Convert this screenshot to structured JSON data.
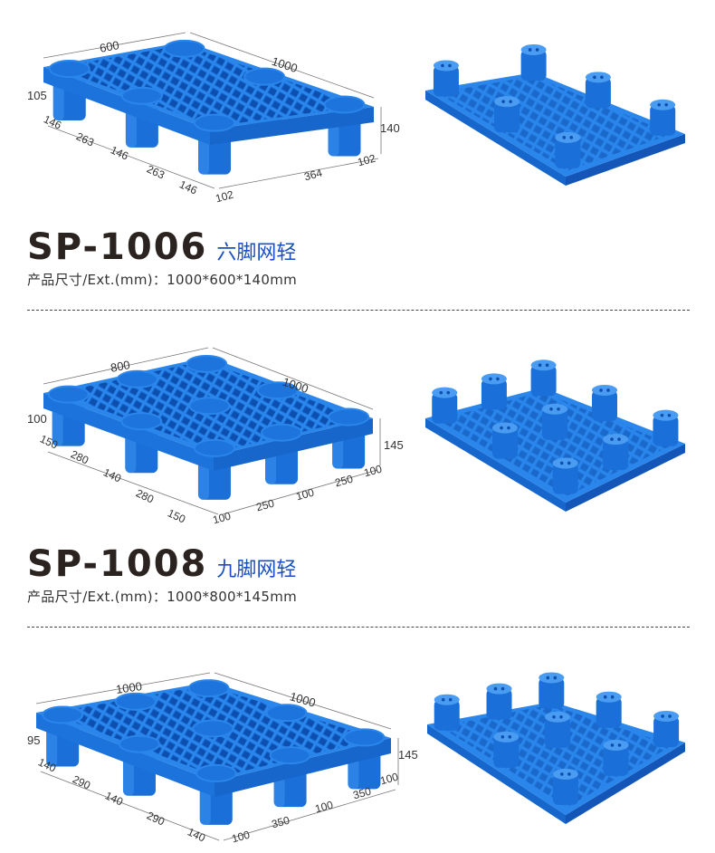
{
  "colors": {
    "pallet": "#2a86ea",
    "pallet_dark": "#1463cc",
    "title": "#2b2320",
    "subtitle": "#1a4fc4"
  },
  "products": [
    {
      "code": "SP-1006",
      "subtitle": "六脚网轻",
      "size_text": "产品尺寸/Ext.(mm)：1000*600*140mm",
      "legs": 6,
      "dimensions": [
        "600",
        "1000",
        "105",
        "140",
        "146",
        "263",
        "146",
        "263",
        "146",
        "102",
        "364",
        "102"
      ]
    },
    {
      "code": "SP-1008",
      "subtitle": "九脚网轻",
      "size_text": "产品尺寸/Ext.(mm)：1000*800*145mm",
      "legs": 9,
      "dimensions": [
        "800",
        "1000",
        "100",
        "145",
        "150",
        "280",
        "140",
        "280",
        "150",
        "100",
        "250",
        "100",
        "250",
        "100"
      ]
    },
    {
      "legs": 9,
      "dimensions": [
        "1000",
        "1000",
        "95",
        "145",
        "140",
        "290",
        "140",
        "290",
        "140",
        "100",
        "350",
        "100",
        "350",
        "100"
      ]
    }
  ]
}
